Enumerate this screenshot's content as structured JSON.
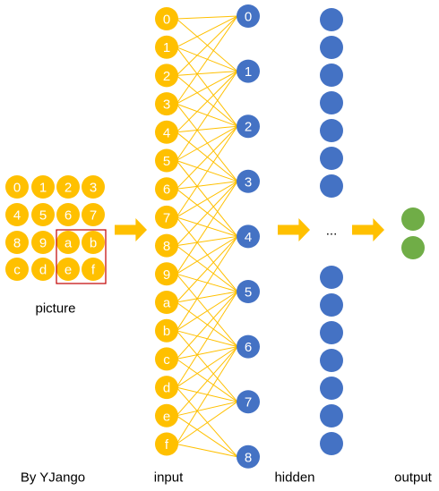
{
  "picture": {
    "rows": [
      [
        "0",
        "1",
        "2",
        "3"
      ],
      [
        "4",
        "5",
        "6",
        "7"
      ],
      [
        "8",
        "9",
        "a",
        "b"
      ],
      [
        "c",
        "d",
        "e",
        "f"
      ]
    ],
    "label": "picture",
    "highlight": [
      "a",
      "b",
      "e",
      "f"
    ]
  },
  "input": {
    "nodes": [
      "0",
      "1",
      "2",
      "3",
      "4",
      "5",
      "6",
      "7",
      "8",
      "9",
      "a",
      "b",
      "c",
      "d",
      "e",
      "f"
    ],
    "label": "input"
  },
  "first_layer": {
    "nodes": [
      "0",
      "1",
      "2",
      "3",
      "4",
      "5",
      "6",
      "7",
      "8"
    ]
  },
  "hidden": {
    "label": "hidden",
    "ellipsis": "...",
    "top_count": 7,
    "bottom_count": 7
  },
  "output": {
    "label": "output",
    "count": 2
  },
  "credit": "By YJango",
  "colors": {
    "yellow": "#FFC000",
    "blue": "#4472C4",
    "green": "#70AD47",
    "highlight_border": "#C00000",
    "arrow": "#FFC000",
    "edge": "#FFC000"
  }
}
